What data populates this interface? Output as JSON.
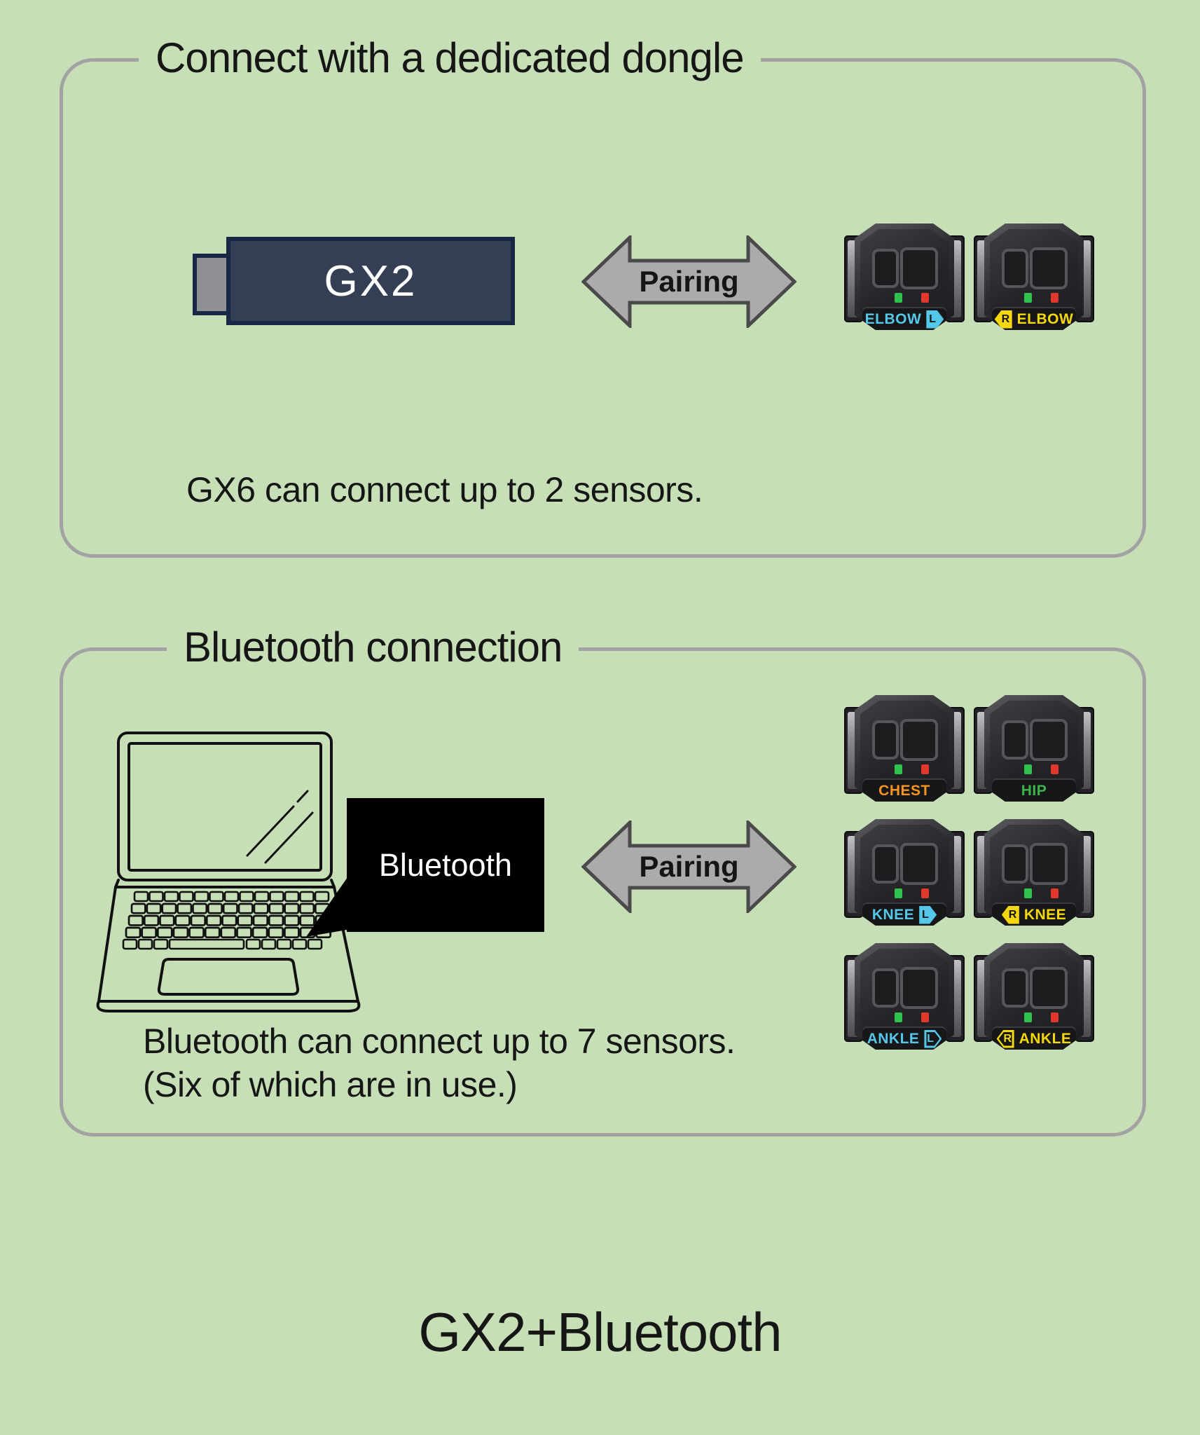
{
  "footer_title": "GX2+Bluetooth",
  "dongle_section": {
    "title": "Connect with a dedicated dongle",
    "device_label": "GX2",
    "arrow_label": "Pairing",
    "caption": "GX6 can connect up to 2 sensors.",
    "sensors": [
      {
        "label": "ELBOW",
        "badge": "L",
        "color": "#55c8e9"
      },
      {
        "badge": "R",
        "label": "ELBOW",
        "color": "#f4d80b"
      }
    ]
  },
  "bluetooth_section": {
    "title": "Bluetooth connection",
    "bubble_label": "Bluetooth",
    "arrow_label": "Pairing",
    "caption_line1": "Bluetooth can connect up to 7 sensors.",
    "caption_line2": "(Six of which are in use.)",
    "sensors": [
      {
        "label": "CHEST",
        "color": "#f7941e"
      },
      {
        "label": "HIP",
        "color": "#3cb54a"
      },
      {
        "label": "KNEE",
        "badge": "L",
        "color": "#55c8e9"
      },
      {
        "badge": "R",
        "label": "KNEE",
        "color": "#f4d80b"
      },
      {
        "label": "ANKLE",
        "badge": "L",
        "badge_style": "outline",
        "color": "#55c8e9"
      },
      {
        "badge": "R",
        "label": "ANKLE",
        "badge_style": "outline",
        "color": "#f4d80b"
      }
    ]
  },
  "colors": {
    "background": "#c6dfb6",
    "box_border": "#a2a2a2",
    "dongle_body": "#343f55",
    "dongle_border": "#182743",
    "usb_plug": "#8f9093",
    "arrow_fill": "#ababab",
    "arrow_border": "#4a4a4a",
    "bubble_background": "#000000",
    "sensor_body": "#2e2e32",
    "led_green": "#2fc24d",
    "led_red": "#e2372c",
    "label_cyan": "#55c8e9",
    "label_yellow": "#f4d80b",
    "label_orange": "#f7941e",
    "label_green": "#3cb54a"
  }
}
